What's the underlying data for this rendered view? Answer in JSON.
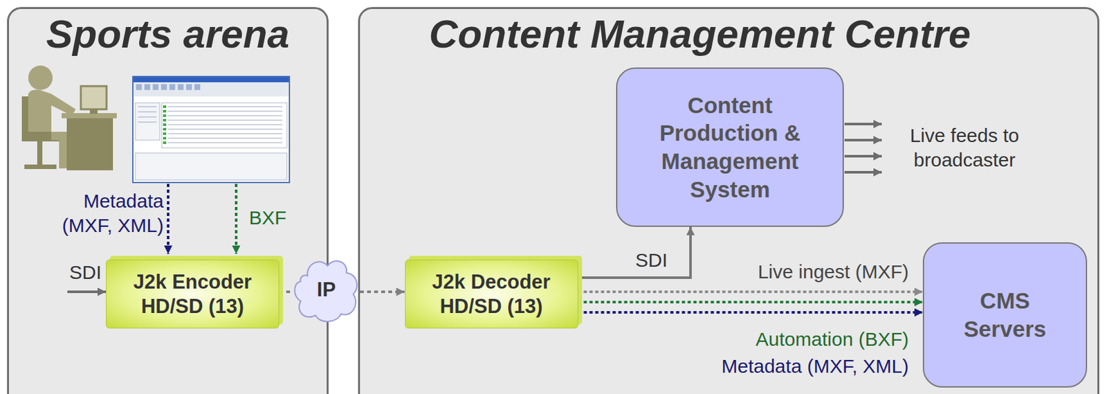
{
  "diagram": {
    "nodes": [
      {
        "text": [
          "Sports arena"
        ]
      },
      {
        "text": [
          "J2k Encoder HD/SD (13)"
        ],
        "in": 0
      },
      {
        "text": [
          "IP"
        ]
      },
      {
        "text": [
          "Content Management Centre"
        ]
      },
      {
        "text": [
          "J2k Decoder HD/SD (13)"
        ],
        "in": 3
      },
      {
        "text": [
          "Content Production & Management System"
        ],
        "in": 3
      },
      {
        "text": [
          "CMS Servers"
        ],
        "in": 3
      }
    ],
    "edges": [
      {
        "from": 1,
        "to": 2,
        "arrow": "none"
      },
      {
        "from": 2,
        "to": 4,
        "arrow": "to"
      },
      {
        "from": 4,
        "to": 5,
        "label": "SDI",
        "arrow": "to"
      },
      {
        "from": 4,
        "to": 6,
        "label": "Live ingest (MXF)",
        "arrow": "to"
      },
      {
        "from": 4,
        "to": 6,
        "label": "Automation (BXF)",
        "arrow": "to"
      },
      {
        "from": 4,
        "to": 6,
        "label": "Metadata (MXF, XML)",
        "arrow": "to"
      }
    ],
    "labels": [
      "Metadata (MXF, XML)",
      "BXF",
      "SDI",
      "Live feeds to broadcaster"
    ]
  }
}
